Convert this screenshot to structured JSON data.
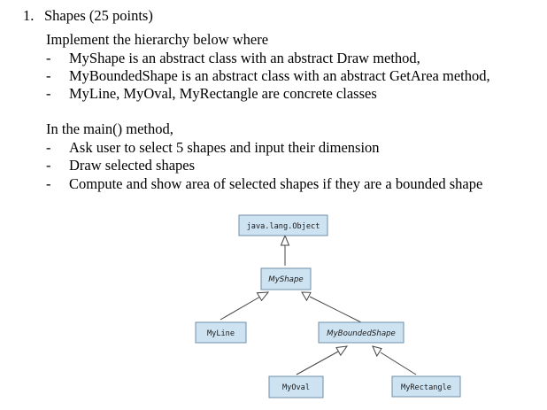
{
  "question": {
    "number": "1.",
    "title": "Shapes (25 points)",
    "intro": "Implement the hierarchy below where",
    "hierarchy_points": [
      "MyShape is an abstract class with an abstract Draw method,",
      "MyBoundedShape is an abstract class with an abstract GetArea method,",
      "MyLine, MyOval, MyRectangle are concrete classes"
    ],
    "main_intro": "In the main() method,",
    "main_points": [
      "Ask user to select 5 shapes and input their dimension",
      "Draw selected shapes",
      "Compute and show area of selected shapes if they are a bounded shape"
    ],
    "bullet_marker": "-"
  },
  "diagram": {
    "nodes": {
      "object": "java.lang.Object",
      "myshape": "MyShape",
      "myline": "MyLine",
      "mybounded": "MyBoundedShape",
      "myoval": "MyOval",
      "myrect": "MyRectangle"
    },
    "colors": {
      "node_fill": "#cde3f2",
      "node_border": "#6f8fa8",
      "line": "#444444"
    }
  }
}
